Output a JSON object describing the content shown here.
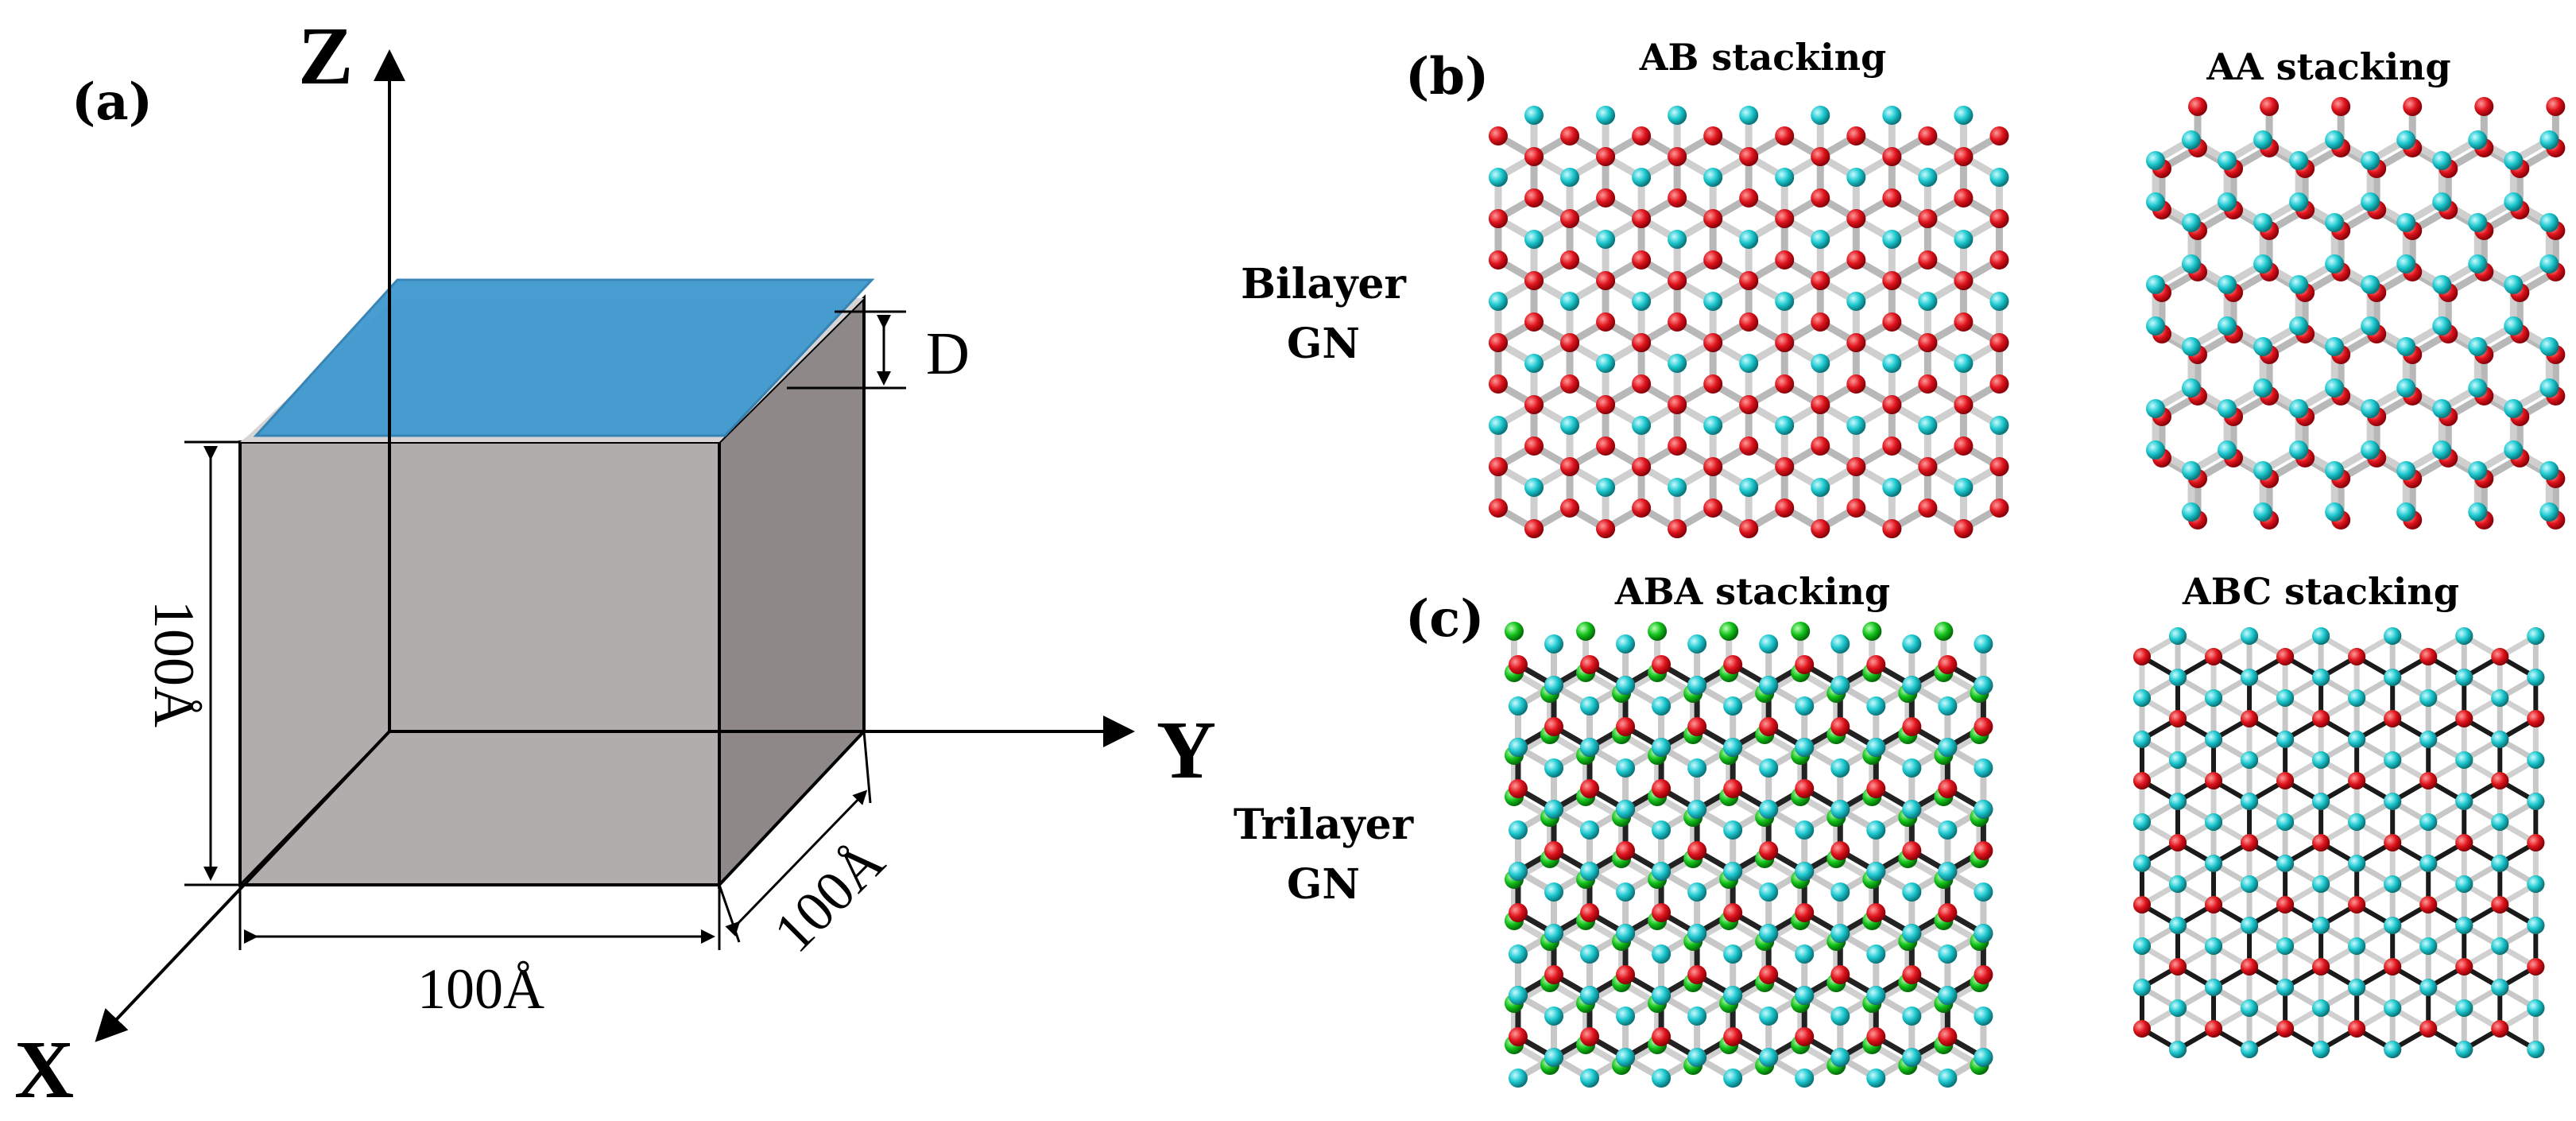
{
  "panel_a": {
    "label": "(a)",
    "axes": {
      "z": "Z",
      "y": "Y",
      "x": "X"
    },
    "gap_label": "D",
    "height_label": "100Å",
    "width_label": "100Å",
    "depth_label": "100Å",
    "colors": {
      "box_front": "#b1adad",
      "box_side": "#8e8889",
      "box_bottom": "#a09b9c",
      "sheet": "#3f98cf",
      "sheet_edge": "#2f7fb3"
    }
  },
  "panel_b": {
    "label": "(b)",
    "row_label_line1": "Bilayer",
    "row_label_line2": "GN",
    "left_title": "AB stacking",
    "right_title": "AA stacking"
  },
  "panel_c": {
    "label": "(c)",
    "row_label_line1": "Trilayer",
    "row_label_line2": "GN",
    "left_title": "ABA stacking",
    "right_title": "ABC stacking"
  },
  "atom_colors": {
    "layer1": "#e0141d",
    "layer2": "#1cc8cf",
    "layer3": "#12c21a",
    "bond": "#c8c8c8",
    "bond_dark": "#1a1a1a"
  }
}
